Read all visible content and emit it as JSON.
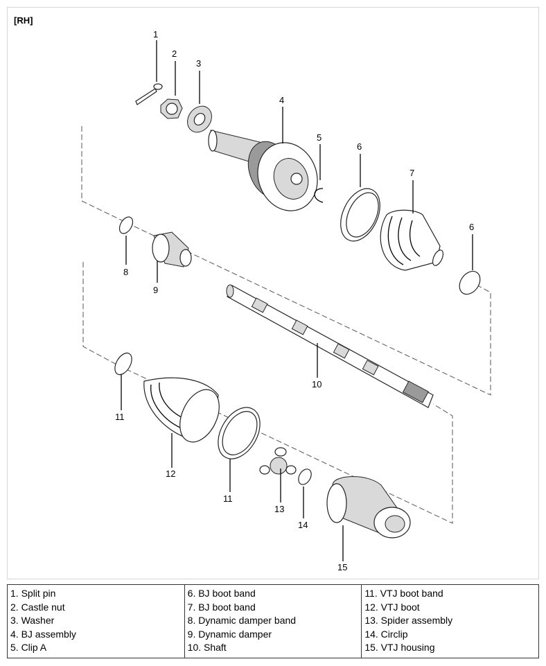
{
  "diagram": {
    "title": "[RH]",
    "callouts": [
      "1",
      "2",
      "3",
      "4",
      "5",
      "6",
      "7",
      "6",
      "8",
      "9",
      "10",
      "11",
      "12",
      "11",
      "13",
      "14",
      "15"
    ]
  },
  "legend": {
    "columns": [
      [
        "1. Split pin",
        "2. Castle nut",
        "3. Washer",
        "4. BJ assembly",
        "5. Clip A"
      ],
      [
        "6. BJ boot band",
        "7. BJ boot band",
        "8. Dynamic damper band",
        "9. Dynamic damper",
        "10. Shaft"
      ],
      [
        "11. VTJ boot band",
        "12. VTJ boot",
        "13. Spider assembly",
        "14. Circlip",
        "15. VTJ housing"
      ]
    ]
  }
}
